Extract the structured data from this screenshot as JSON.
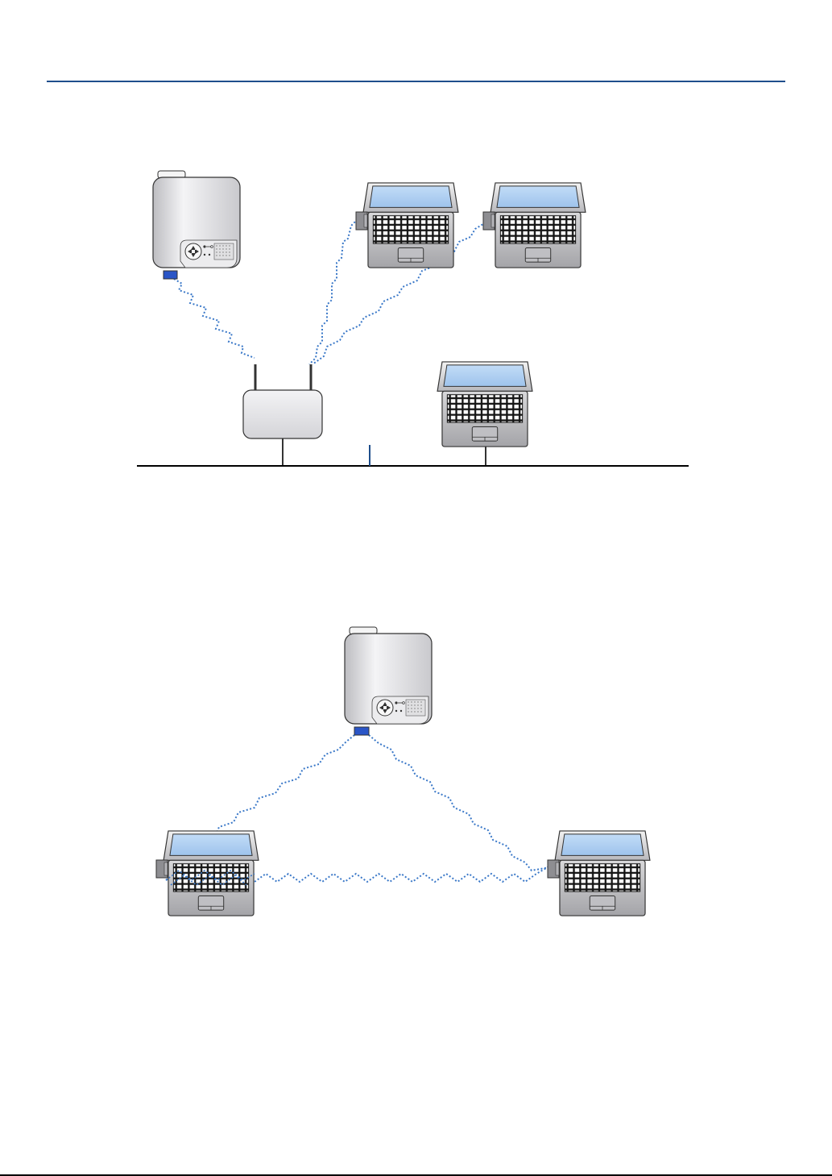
{
  "colors": {
    "header_rule": "#1f4e8c",
    "wireless_link": "#3a78c8",
    "wired_line": "#000000",
    "wired_accent": "#1f4e8c",
    "screen": "#a9cbf2",
    "body_light": "#e8e8ea",
    "body_dark": "#a9a9ad",
    "adapter_blue": "#2a55c7"
  },
  "icons": {
    "projector": "projector-icon",
    "laptop": "laptop-icon",
    "access_point": "access-point-icon",
    "wireless_adapter": "wireless-adapter-icon"
  },
  "diagrams": [
    {
      "mode": "infrastructure",
      "devices": [
        "projector",
        "laptop",
        "laptop",
        "access-point",
        "laptop"
      ],
      "network": "wired-lan"
    },
    {
      "mode": "ad-hoc",
      "devices": [
        "projector",
        "laptop",
        "laptop"
      ]
    }
  ]
}
